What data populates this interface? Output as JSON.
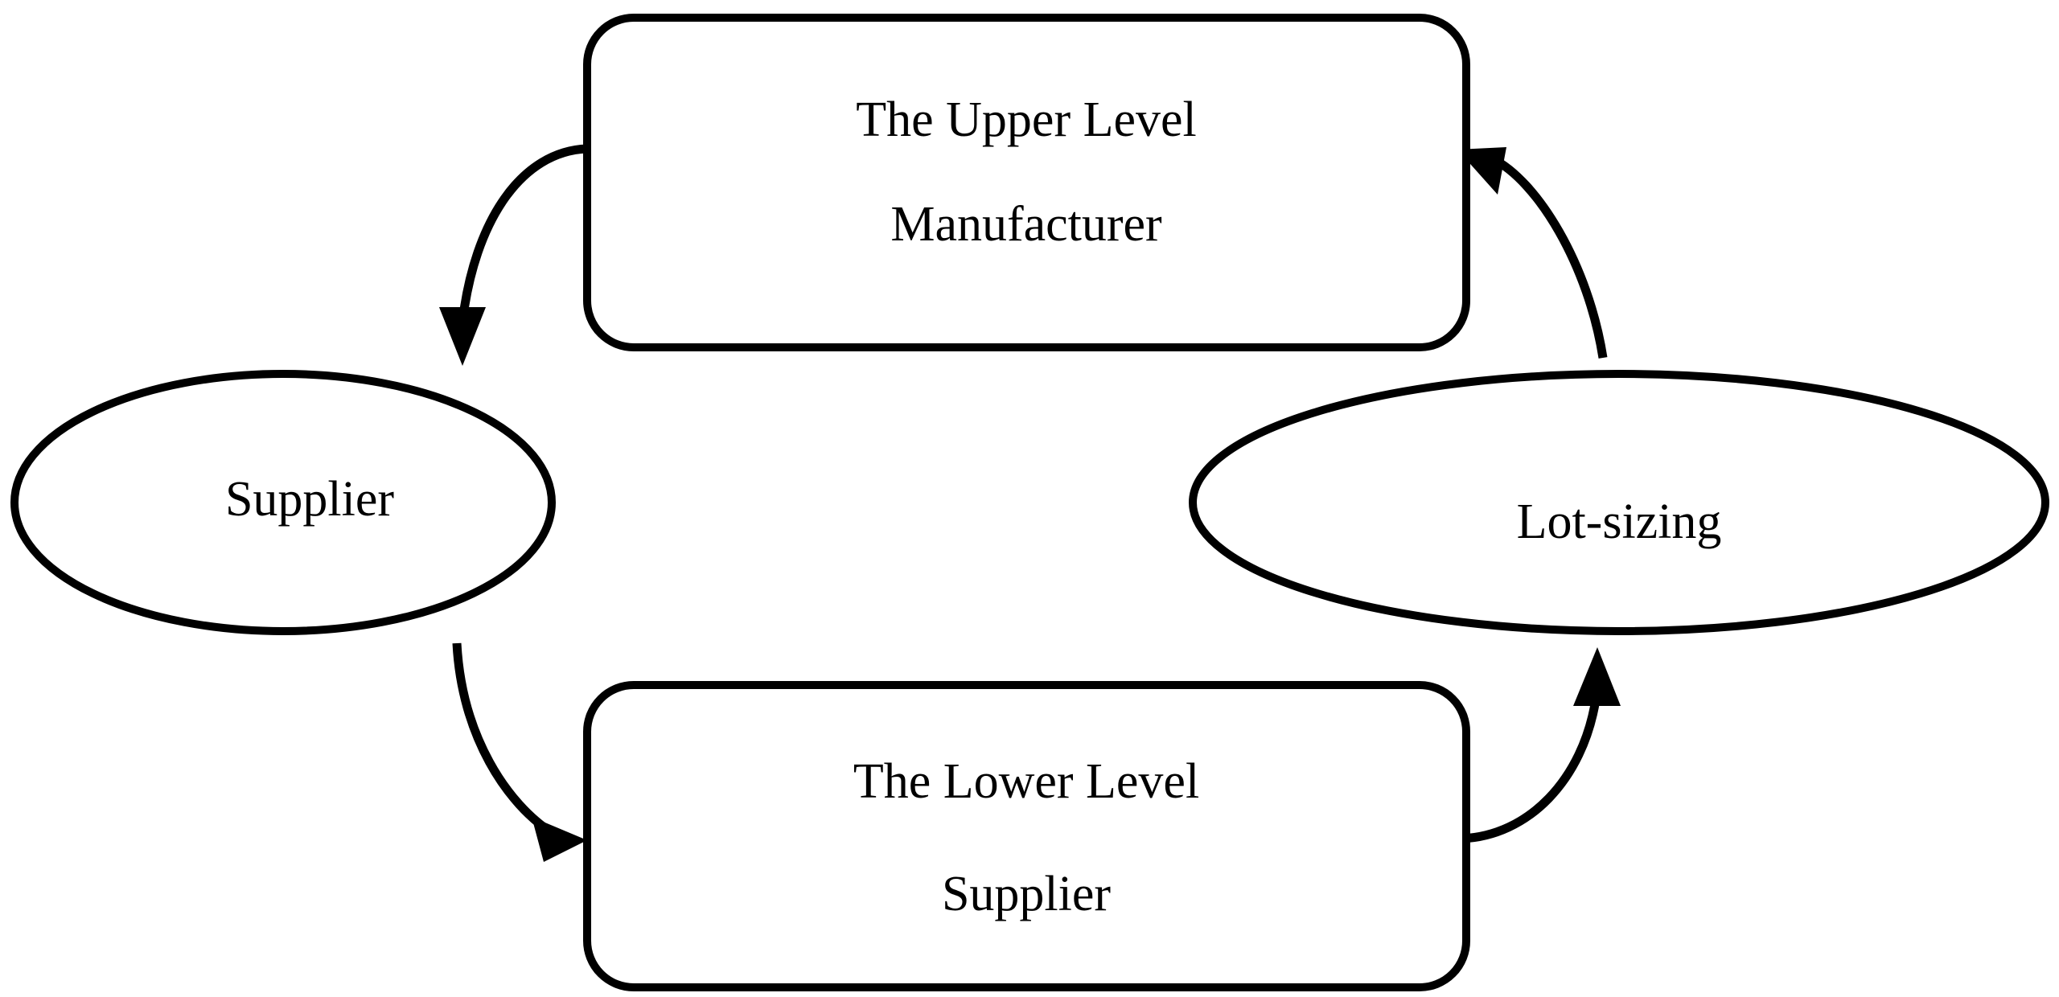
{
  "diagram": {
    "type": "cycle-flow-diagram",
    "background_color": "#ffffff",
    "stroke_color": "#000000",
    "nodes": {
      "upper_box": {
        "shape": "rounded-rectangle",
        "line1": "The Upper Level",
        "line2": "Manufacturer"
      },
      "lower_box": {
        "shape": "rounded-rectangle",
        "line1": "The Lower Level",
        "line2": "Supplier"
      },
      "left_ellipse": {
        "shape": "ellipse",
        "label": "Supplier"
      },
      "right_ellipse": {
        "shape": "ellipse",
        "label": "Lot-sizing"
      }
    },
    "edges": [
      {
        "id": "upper-box-to-left-ellipse",
        "from": "upper_box",
        "to": "left_ellipse",
        "direction": "down",
        "arrowhead": "filled-triangle"
      },
      {
        "id": "left-ellipse-to-lower-box",
        "from": "left_ellipse",
        "to": "lower_box",
        "direction": "down-right",
        "arrowhead": "filled-triangle"
      },
      {
        "id": "lower-box-to-right-ellipse",
        "from": "lower_box",
        "to": "right_ellipse",
        "direction": "up",
        "arrowhead": "filled-triangle"
      },
      {
        "id": "right-ellipse-to-upper-box",
        "from": "right_ellipse",
        "to": "upper_box",
        "direction": "up-left",
        "arrowhead": "filled-triangle"
      }
    ]
  }
}
